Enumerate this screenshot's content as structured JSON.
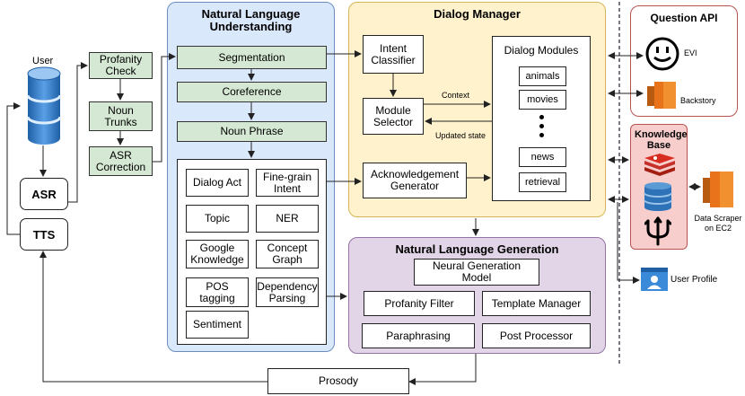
{
  "user": {
    "label": "User"
  },
  "asr": {
    "label": "ASR"
  },
  "tts": {
    "label": "TTS"
  },
  "pre": {
    "profanity": "Profanity Check",
    "noun_trunks": "Noun Trunks",
    "asr_correction": "ASR Correction"
  },
  "nlu": {
    "title": "Natural Language Understanding",
    "segmentation": "Segmentation",
    "coreference": "Coreference",
    "noun_phrase": "Noun Phrase",
    "modules": [
      "Dialog Act",
      "Fine-grain Intent",
      "Topic",
      "NER",
      "Google Knowledge",
      "Concept Graph",
      "POS tagging",
      "Dependency Parsing",
      "Sentiment"
    ]
  },
  "dm": {
    "title": "Dialog Manager",
    "intent_classifier": "Intent Classifier",
    "module_selector": "Module Selector",
    "ack_generator": "Acknowledgement Generator",
    "context": "Context",
    "updated_state": "Updated state",
    "dialog_modules": {
      "title": "Dialog Modules",
      "items": [
        "animals",
        "movies",
        "news",
        "retrieval"
      ]
    }
  },
  "nlg": {
    "title": "Natural Language Generation",
    "neural": "Neural Generation Model",
    "profanity_filter": "Profanity Filter",
    "template_manager": "Template Manager",
    "paraphrasing": "Paraphrasing",
    "post_processor": "Post Processor"
  },
  "prosody": "Prosody",
  "qapi": {
    "title": "Question API",
    "evi": "EVI",
    "backstory": "Backstory"
  },
  "kb": {
    "title": "Knowledge Base"
  },
  "data_scraper": "Data Scraper on EC2",
  "user_profile": "User Profile",
  "colors": {
    "nlu_bg": "#dae8fc",
    "dm_bg": "#fff2cc",
    "nlg_bg": "#e1d5e7",
    "green": "#d5e8d4",
    "kb_bg": "#f8cecc",
    "aws_orange": "#e8731b",
    "db_blue": "#2e73b8"
  }
}
